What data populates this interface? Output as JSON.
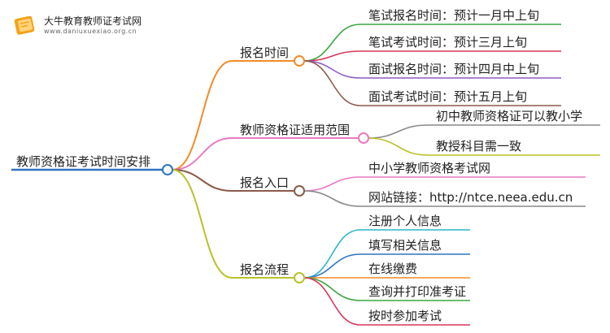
{
  "brand": {
    "name": "大牛教育教师证考试网",
    "url": "www.daniuxuexiao.org.cn",
    "logo_color": "#f5a31a"
  },
  "mindmap": {
    "root": "教师资格证考试时间安排",
    "branches": [
      {
        "label": "报名时间",
        "color": "#f28c28",
        "leaves": [
          {
            "label": "笔试报名时间：预计一月中上旬",
            "color": "#3aa541"
          },
          {
            "label": "笔试考试时间：预计三月上旬",
            "color": "#d6365a"
          },
          {
            "label": "面试报名时间：预计四月中上旬",
            "color": "#8e5cc4"
          },
          {
            "label": "面试考试时间：预计五月上旬",
            "color": "#8b5a4a"
          }
        ]
      },
      {
        "label": "教师资格证适用范围",
        "color": "#e879c2",
        "leaves": [
          {
            "label": "初中教师资格证可以教小学",
            "color": "#888888"
          },
          {
            "label": "教授科目需一致",
            "color": "#b8c22a"
          }
        ]
      },
      {
        "label": "报名入口",
        "color": "#8b5a4a",
        "leaves": [
          {
            "label": "中小学教师资格考试网",
            "color": "#e879c2"
          },
          {
            "label": "网站链接：http://ntce.neea.edu.cn",
            "color": "#888888"
          }
        ]
      },
      {
        "label": "报名流程",
        "color": "#b8c22a",
        "leaves": [
          {
            "label": "注册个人信息",
            "color": "#2bb5c9"
          },
          {
            "label": "填写相关信息",
            "color": "#2f73c4"
          },
          {
            "label": "在线缴费",
            "color": "#f28c28"
          },
          {
            "label": "查询并打印准考证",
            "color": "#3aa541"
          },
          {
            "label": "按时参加考试",
            "color": "#d6365a"
          }
        ]
      }
    ]
  }
}
